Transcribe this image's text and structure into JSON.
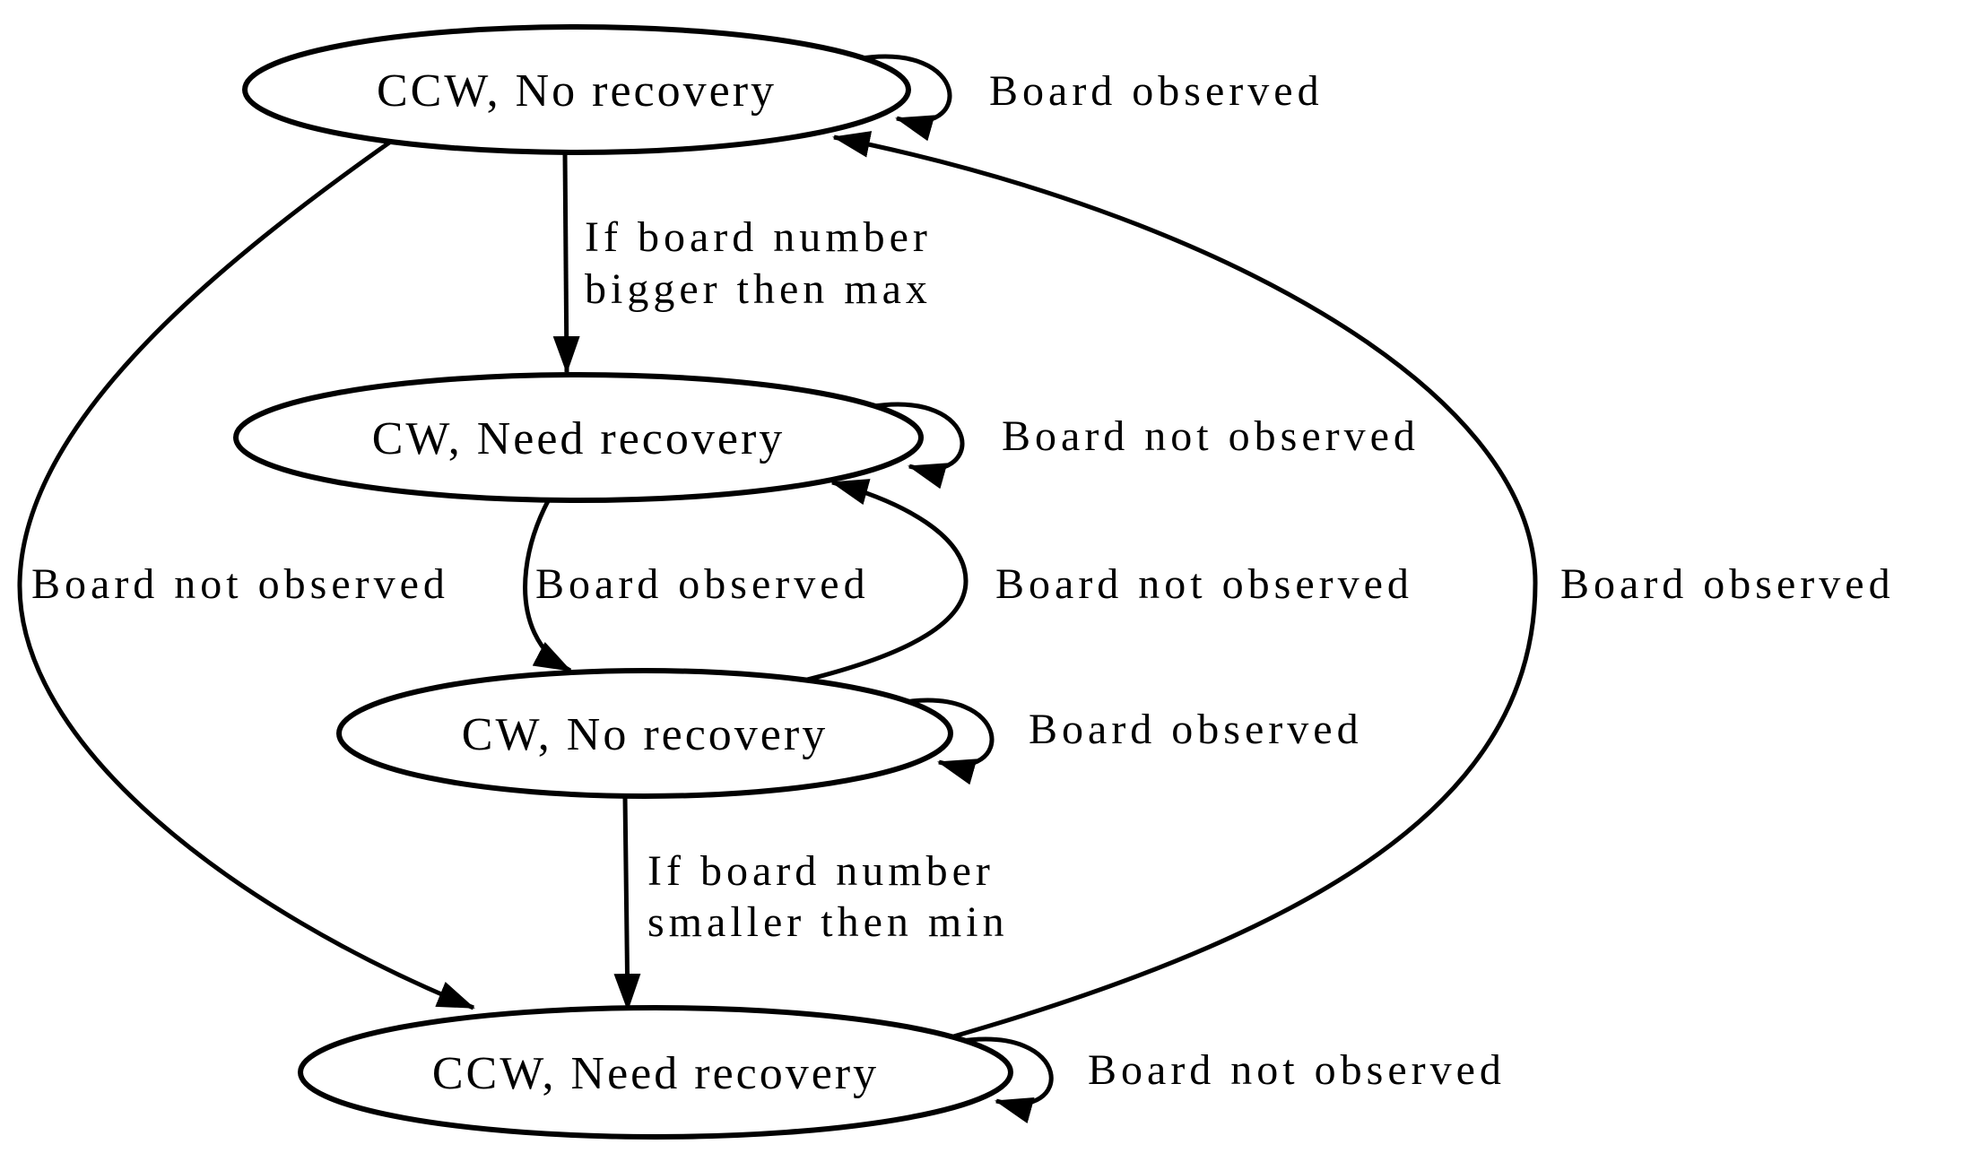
{
  "diagram": {
    "type": "state-machine",
    "background_color": "#ffffff",
    "stroke_color": "#000000",
    "text_color": "#000000",
    "nodes": [
      {
        "id": "ccw-no-recovery",
        "label": "CCW, No recovery"
      },
      {
        "id": "cw-need-recovery",
        "label": "CW, Need recovery"
      },
      {
        "id": "cw-no-recovery",
        "label": "CW, No recovery"
      },
      {
        "id": "ccw-need-recovery",
        "label": "CCW, Need recovery"
      }
    ],
    "edges": [
      {
        "from": "ccw-no-recovery",
        "to": "ccw-no-recovery",
        "type": "self-loop",
        "label": "Board observed"
      },
      {
        "from": "ccw-no-recovery",
        "to": "cw-need-recovery",
        "type": "straight",
        "label": "If board number bigger then max",
        "label_lines": [
          "If board number",
          "bigger then max"
        ]
      },
      {
        "from": "cw-need-recovery",
        "to": "cw-need-recovery",
        "type": "self-loop",
        "label": "Board not observed"
      },
      {
        "from": "ccw-no-recovery",
        "to": "ccw-need-recovery",
        "type": "curve-left",
        "label": "Board not observed"
      },
      {
        "from": "cw-need-recovery",
        "to": "cw-no-recovery",
        "type": "curve",
        "label": "Board observed"
      },
      {
        "from": "cw-no-recovery",
        "to": "cw-need-recovery",
        "type": "curve",
        "label": "Board not observed"
      },
      {
        "from": "cw-no-recovery",
        "to": "cw-no-recovery",
        "type": "self-loop",
        "label": "Board observed"
      },
      {
        "from": "cw-no-recovery",
        "to": "ccw-need-recovery",
        "type": "straight",
        "label": "If board number smaller then min",
        "label_lines": [
          "If board number",
          "smaller then min"
        ]
      },
      {
        "from": "ccw-need-recovery",
        "to": "ccw-no-recovery",
        "type": "curve-right",
        "label": "Board observed"
      },
      {
        "from": "ccw-need-recovery",
        "to": "ccw-need-recovery",
        "type": "self-loop",
        "label": "Board not observed"
      }
    ]
  }
}
